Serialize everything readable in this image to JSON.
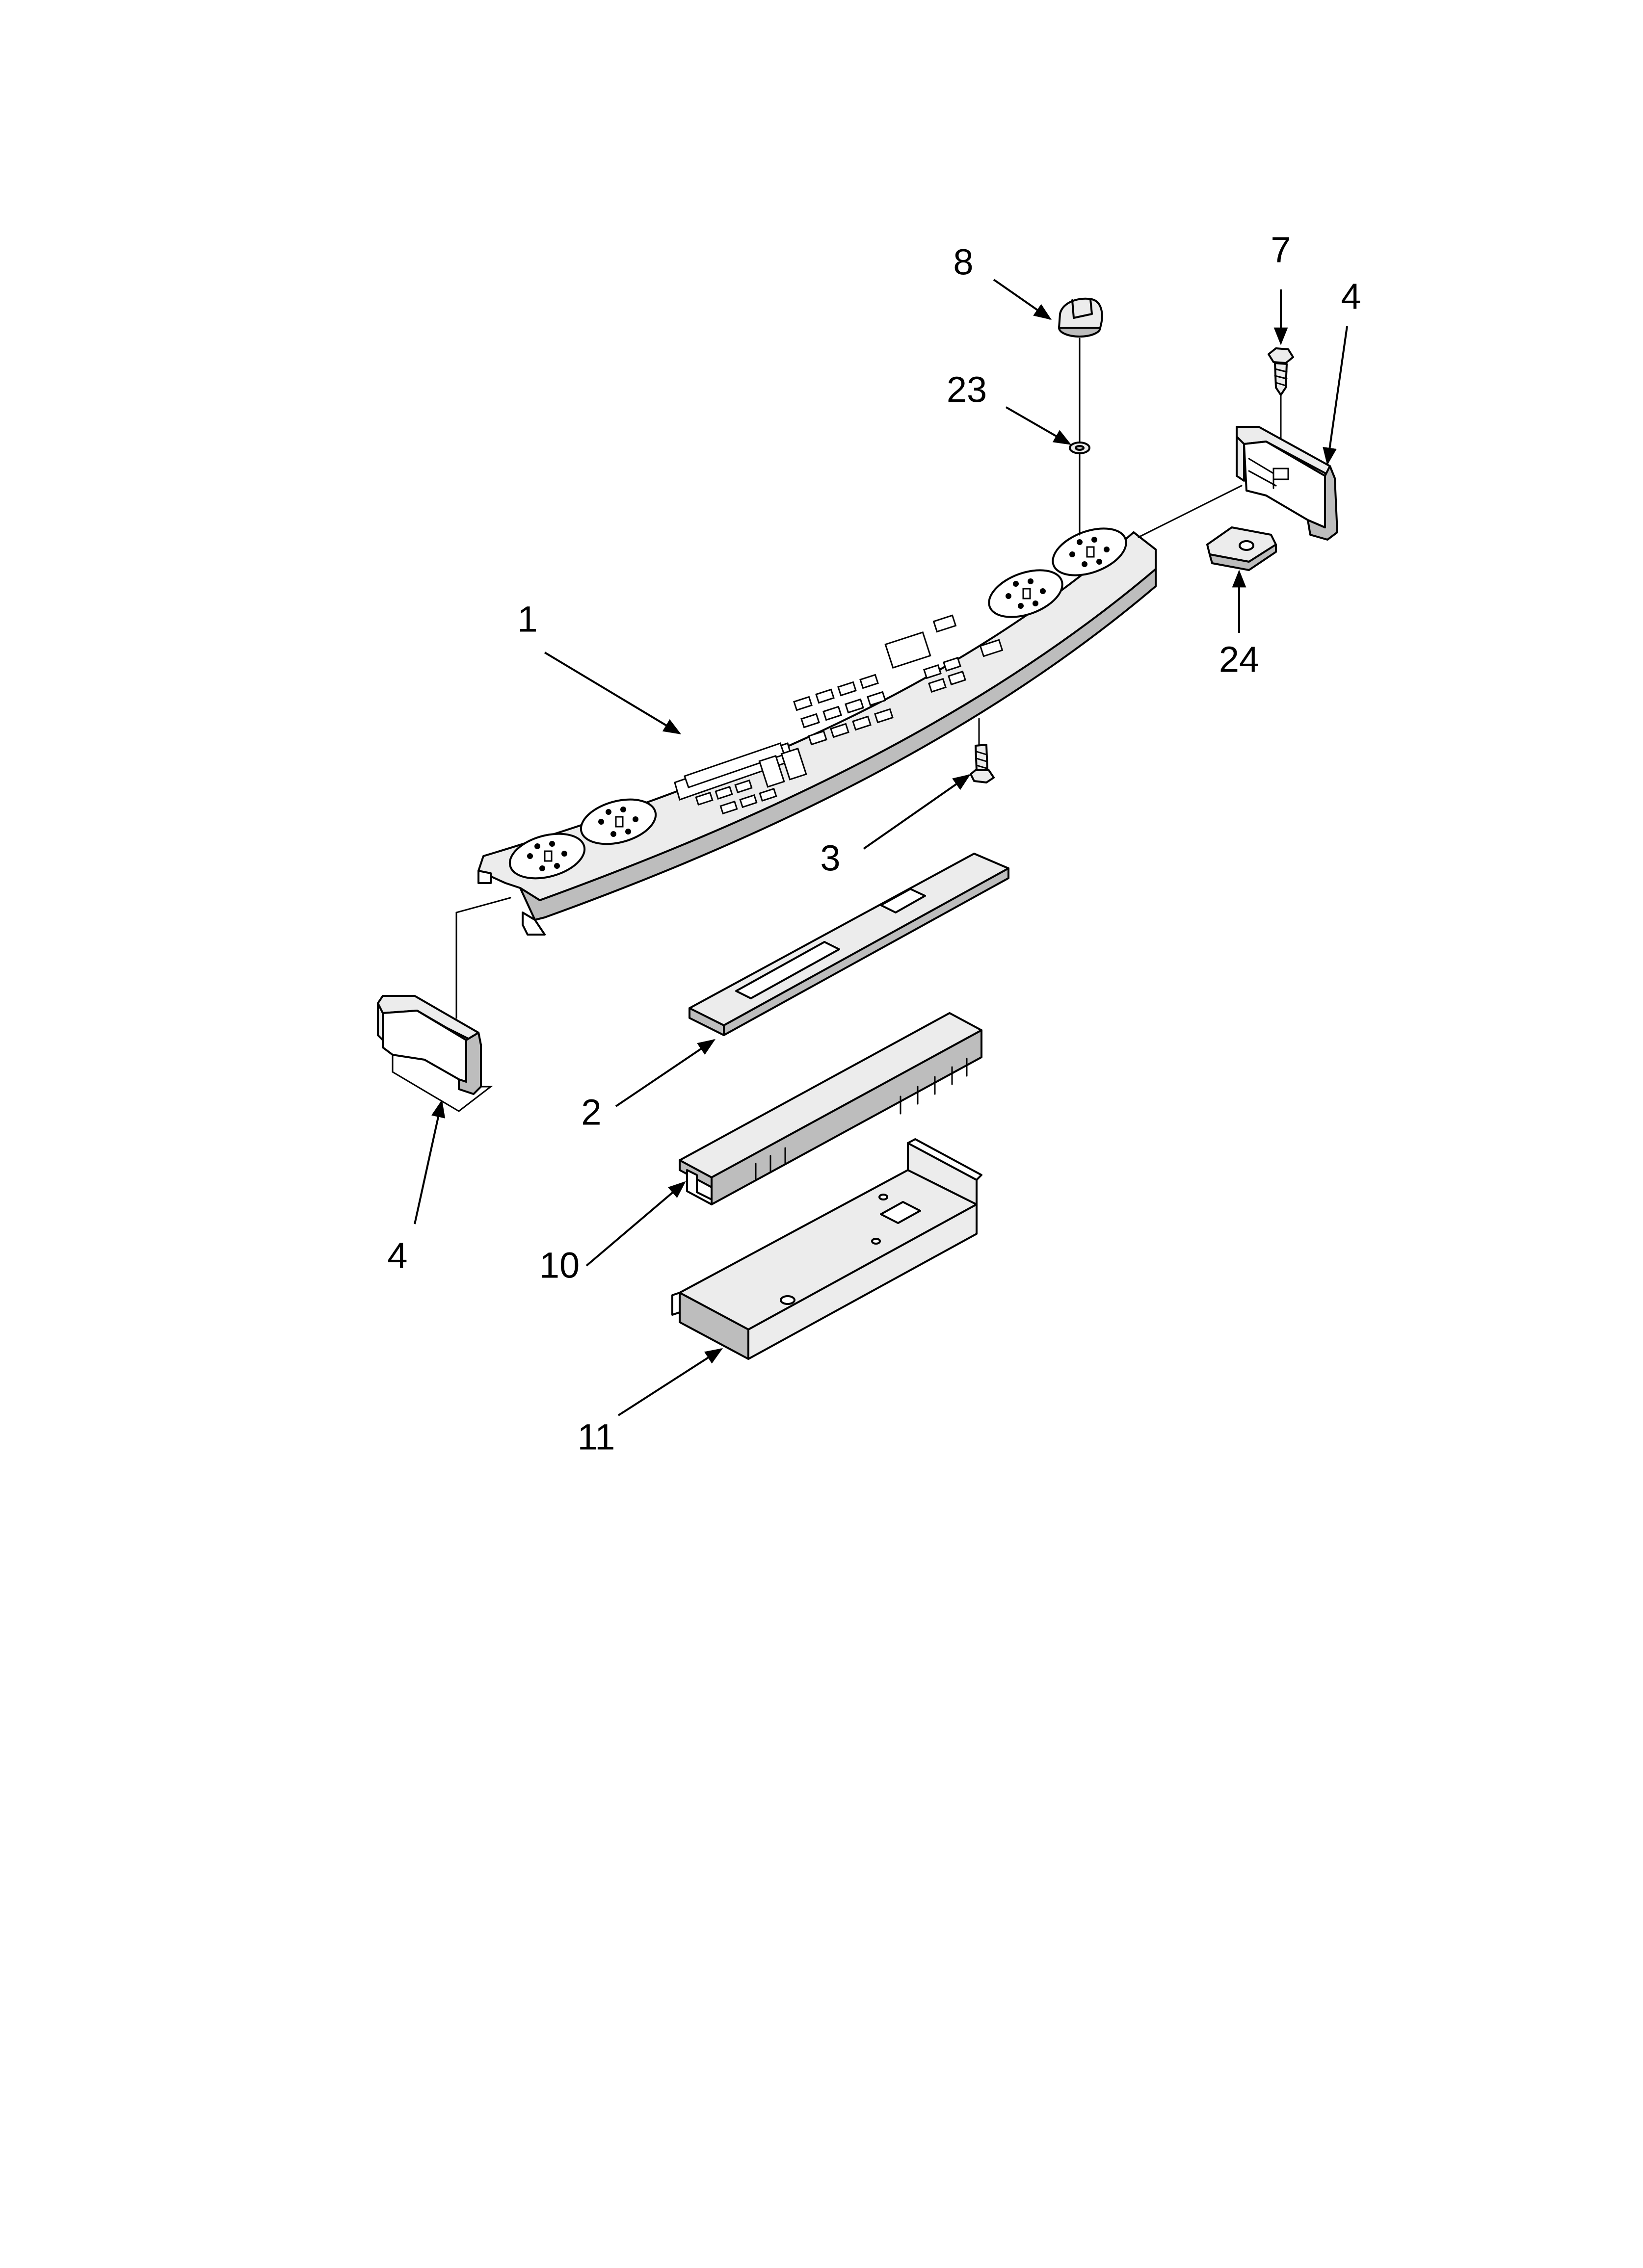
{
  "callouts": [
    {
      "id": "c8",
      "label": "8"
    },
    {
      "id": "c7",
      "label": "7"
    },
    {
      "id": "c4a",
      "label": "4"
    },
    {
      "id": "c23",
      "label": "23"
    },
    {
      "id": "c1",
      "label": "1"
    },
    {
      "id": "c24",
      "label": "24"
    },
    {
      "id": "c3",
      "label": "3"
    },
    {
      "id": "c2",
      "label": "2"
    },
    {
      "id": "c4b",
      "label": "4"
    },
    {
      "id": "c10",
      "label": "10"
    },
    {
      "id": "c11",
      "label": "11"
    }
  ]
}
